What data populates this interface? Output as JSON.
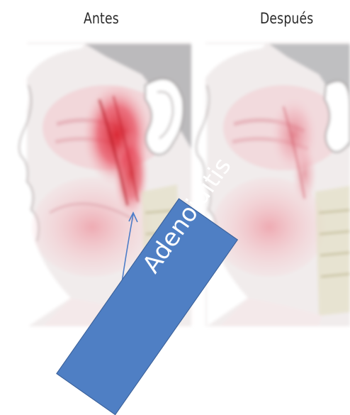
{
  "panels": [
    {
      "label": "Antes"
    },
    {
      "label": "Después"
    }
  ],
  "callout": {
    "text": "Adenoiditis"
  },
  "colors": {
    "callout_fill": "#4f7fc4",
    "callout_border": "#3b5f96",
    "inflamed_tissue": "#e0303a",
    "arrow": "#4d7dc8"
  }
}
